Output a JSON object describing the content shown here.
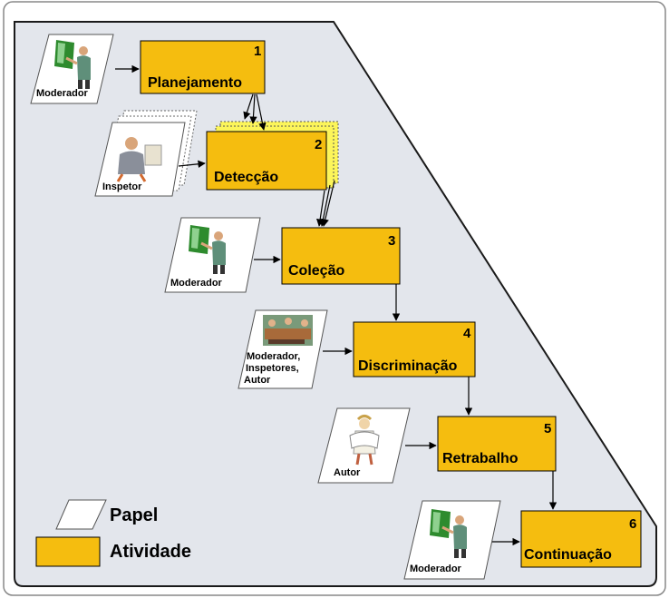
{
  "activities": [
    {
      "id": "planejamento",
      "number": "1",
      "label": "Planejamento"
    },
    {
      "id": "deteccao",
      "number": "2",
      "label": "Detecção"
    },
    {
      "id": "colecao",
      "number": "3",
      "label": "Coleção"
    },
    {
      "id": "discriminacao",
      "number": "4",
      "label": "Discriminação"
    },
    {
      "id": "retrabalho",
      "number": "5",
      "label": "Retrabalho"
    },
    {
      "id": "continuacao",
      "number": "6",
      "label": "Continuação"
    }
  ],
  "roles": [
    {
      "id": "moderador-1",
      "lines": [
        "Moderador"
      ],
      "icon": "presenter-icon"
    },
    {
      "id": "inspetor",
      "lines": [
        "Inspetor"
      ],
      "icon": "inspector-at-computer-icon"
    },
    {
      "id": "moderador-3",
      "lines": [
        "Moderador"
      ],
      "icon": "presenter-icon"
    },
    {
      "id": "grupo",
      "lines": [
        "Moderador,",
        "Inspetores,",
        "Autor"
      ],
      "icon": "meeting-group-icon"
    },
    {
      "id": "autor",
      "lines": [
        "Autor"
      ],
      "icon": "author-reading-icon"
    },
    {
      "id": "moderador-6",
      "lines": [
        "Moderador"
      ],
      "icon": "presenter-icon"
    }
  ],
  "legend": {
    "papel": "Papel",
    "atividade": "Atividade"
  },
  "colors": {
    "activity_fill": "#f5bd0f",
    "activity_stack": "#fcf55a",
    "background_panel": "#e3e6ec",
    "role_card": "#ffffff"
  }
}
